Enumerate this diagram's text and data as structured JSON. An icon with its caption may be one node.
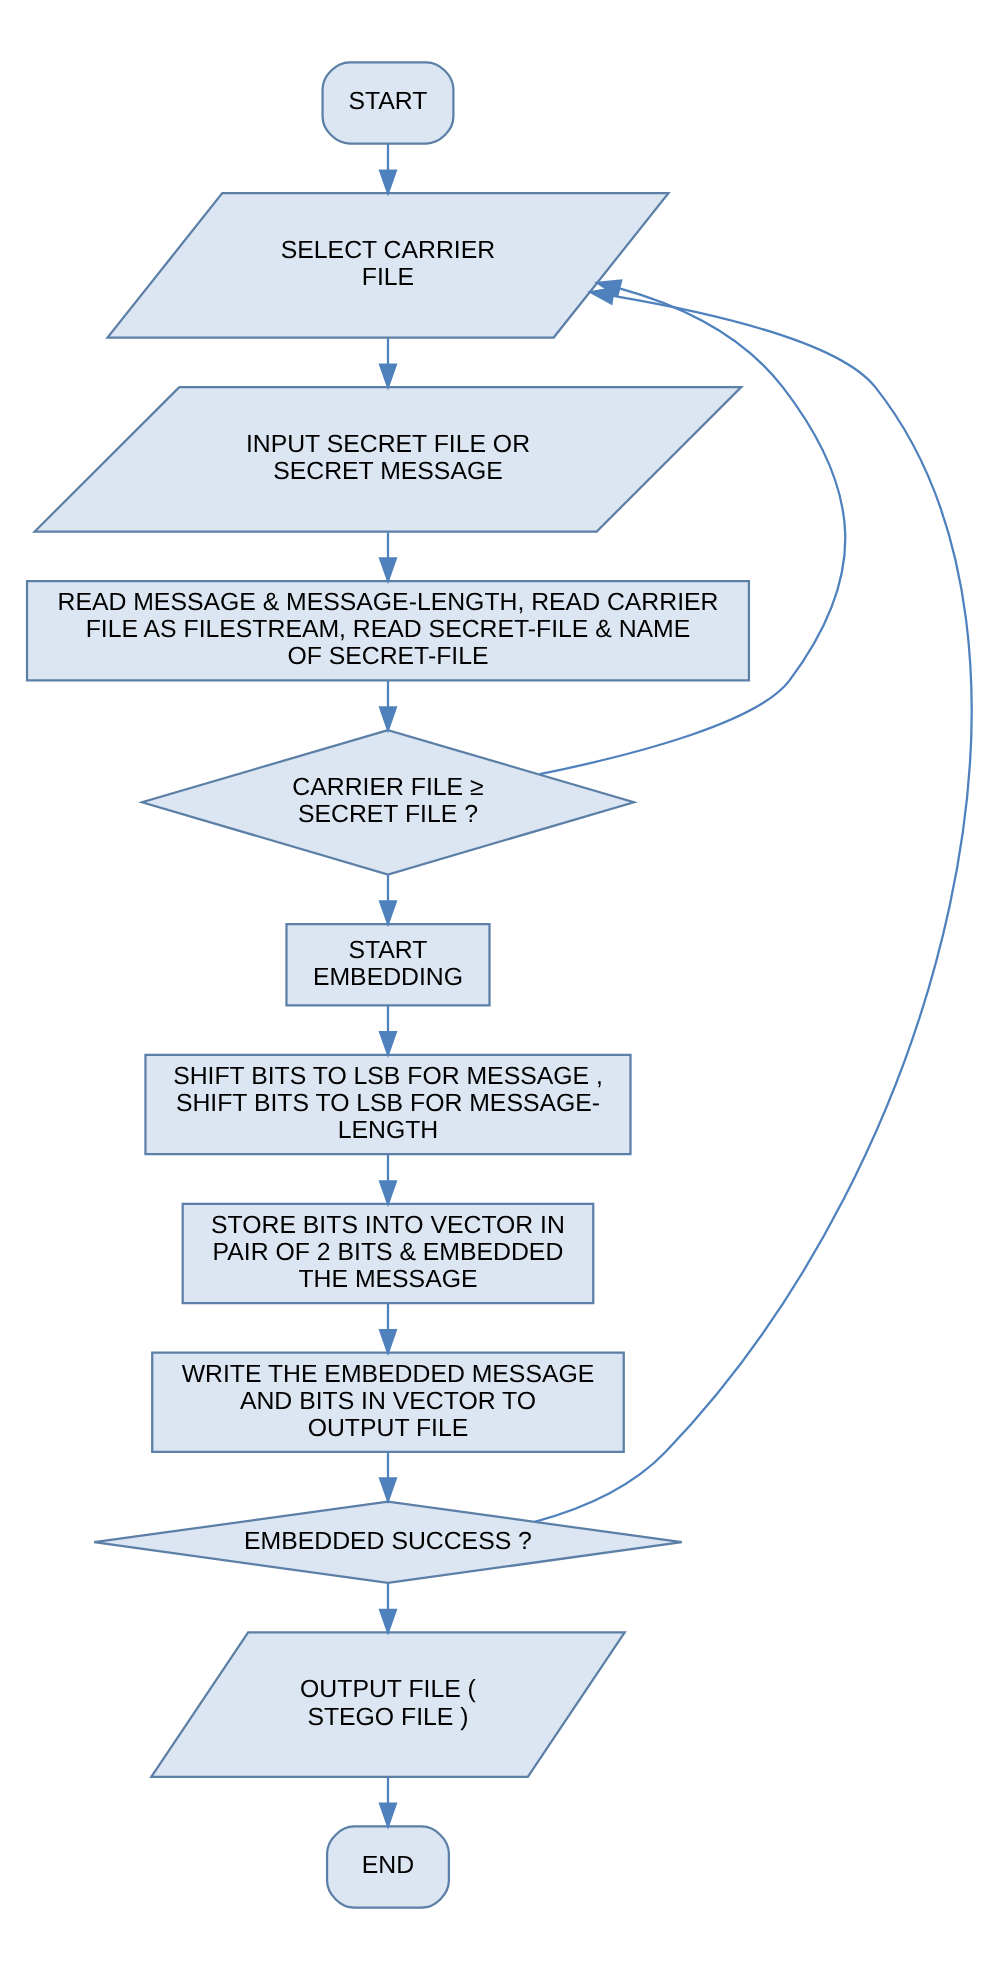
{
  "diagram": {
    "nodes": [
      {
        "text": [
          "START"
        ]
      },
      {
        "text": [
          "SELECT CARRIER FILE"
        ]
      },
      {
        "text": [
          "INPUT SECRET FILE OR SECRET MESSAGE"
        ]
      },
      {
        "text": [
          "READ MESSAGE & MESSAGE-LENGTH, READ CARRIER FILE AS FILESTREAM, READ SECRET-FILE & NAME OF SECRET-FILE"
        ]
      },
      {
        "text": [
          "CARRIER FILE ≥ SECRET FILE ?"
        ]
      },
      {
        "text": [
          "START EMBEDDING"
        ]
      },
      {
        "text": [
          "SHIFT BITS TO LSB FOR MESSAGE , SHIFT BITS TO LSB FOR MESSAGE-LENGTH"
        ]
      },
      {
        "text": [
          "STORE BITS INTO VECTOR IN PAIR OF 2 BITS & EMBEDDED THE MESSAGE"
        ]
      },
      {
        "text": [
          "WRITE THE EMBEDDED MESSAGE AND BITS IN VECTOR TO OUTPUT FILE"
        ]
      },
      {
        "text": [
          "EMBEDDED SUCCESS ?"
        ]
      },
      {
        "text": [
          "OUTPUT FILE ( STEGO FILE )"
        ]
      },
      {
        "text": [
          "END"
        ]
      }
    ],
    "edges": [
      {
        "from": 0,
        "to": 1,
        "arrow": "to"
      },
      {
        "from": 1,
        "to": 2,
        "arrow": "to"
      },
      {
        "from": 2,
        "to": 3,
        "arrow": "to"
      },
      {
        "from": 3,
        "to": 4,
        "arrow": "to"
      },
      {
        "from": 4,
        "to": 1,
        "arrow": "to"
      },
      {
        "from": 4,
        "to": 5,
        "arrow": "to"
      },
      {
        "from": 5,
        "to": 6,
        "arrow": "to"
      },
      {
        "from": 6,
        "to": 7,
        "arrow": "to"
      },
      {
        "from": 7,
        "to": 8,
        "arrow": "to"
      },
      {
        "from": 8,
        "to": 9,
        "arrow": "to"
      },
      {
        "from": 9,
        "to": 1,
        "arrow": "to"
      },
      {
        "from": 9,
        "to": 10,
        "arrow": "to"
      },
      {
        "from": 10,
        "to": 11,
        "arrow": "to"
      }
    ]
  }
}
